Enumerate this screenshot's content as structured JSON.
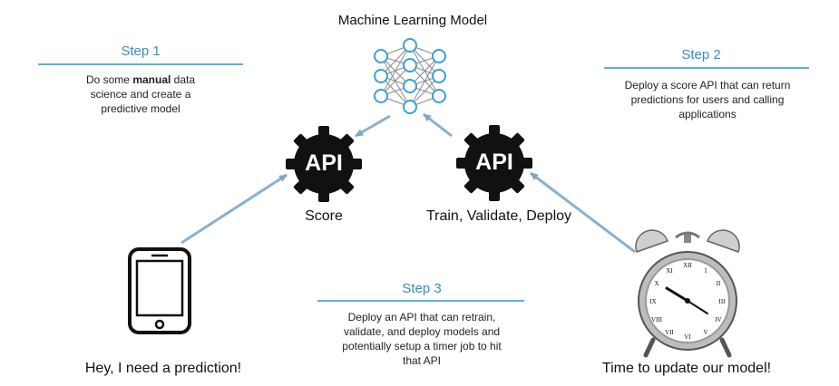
{
  "model": {
    "title": "Machine Learning Model"
  },
  "step1": {
    "title": "Step 1",
    "desc_pre": "Do some ",
    "desc_bold": "manual",
    "desc_post": " data science and create a predictive model"
  },
  "step2": {
    "title": "Step 2",
    "desc": "Deploy a score API that can return predictions for users and calling applications"
  },
  "step3": {
    "title": "Step 3",
    "desc": "Deploy an API that can retrain, validate, and deploy models and potentially setup a timer job to hit that API"
  },
  "api_left": {
    "label": "API",
    "caption": "Score"
  },
  "api_right": {
    "label": "API",
    "caption": "Train, Validate, Deploy"
  },
  "phone": {
    "caption": "Hey, I need a prediction!"
  },
  "clock": {
    "caption": "Time to update our model!"
  },
  "colors": {
    "accent": "#2f8fc4",
    "rule": "#5fb0dc",
    "arrow": "#8ab0cc",
    "node": "#3aa0d8"
  }
}
